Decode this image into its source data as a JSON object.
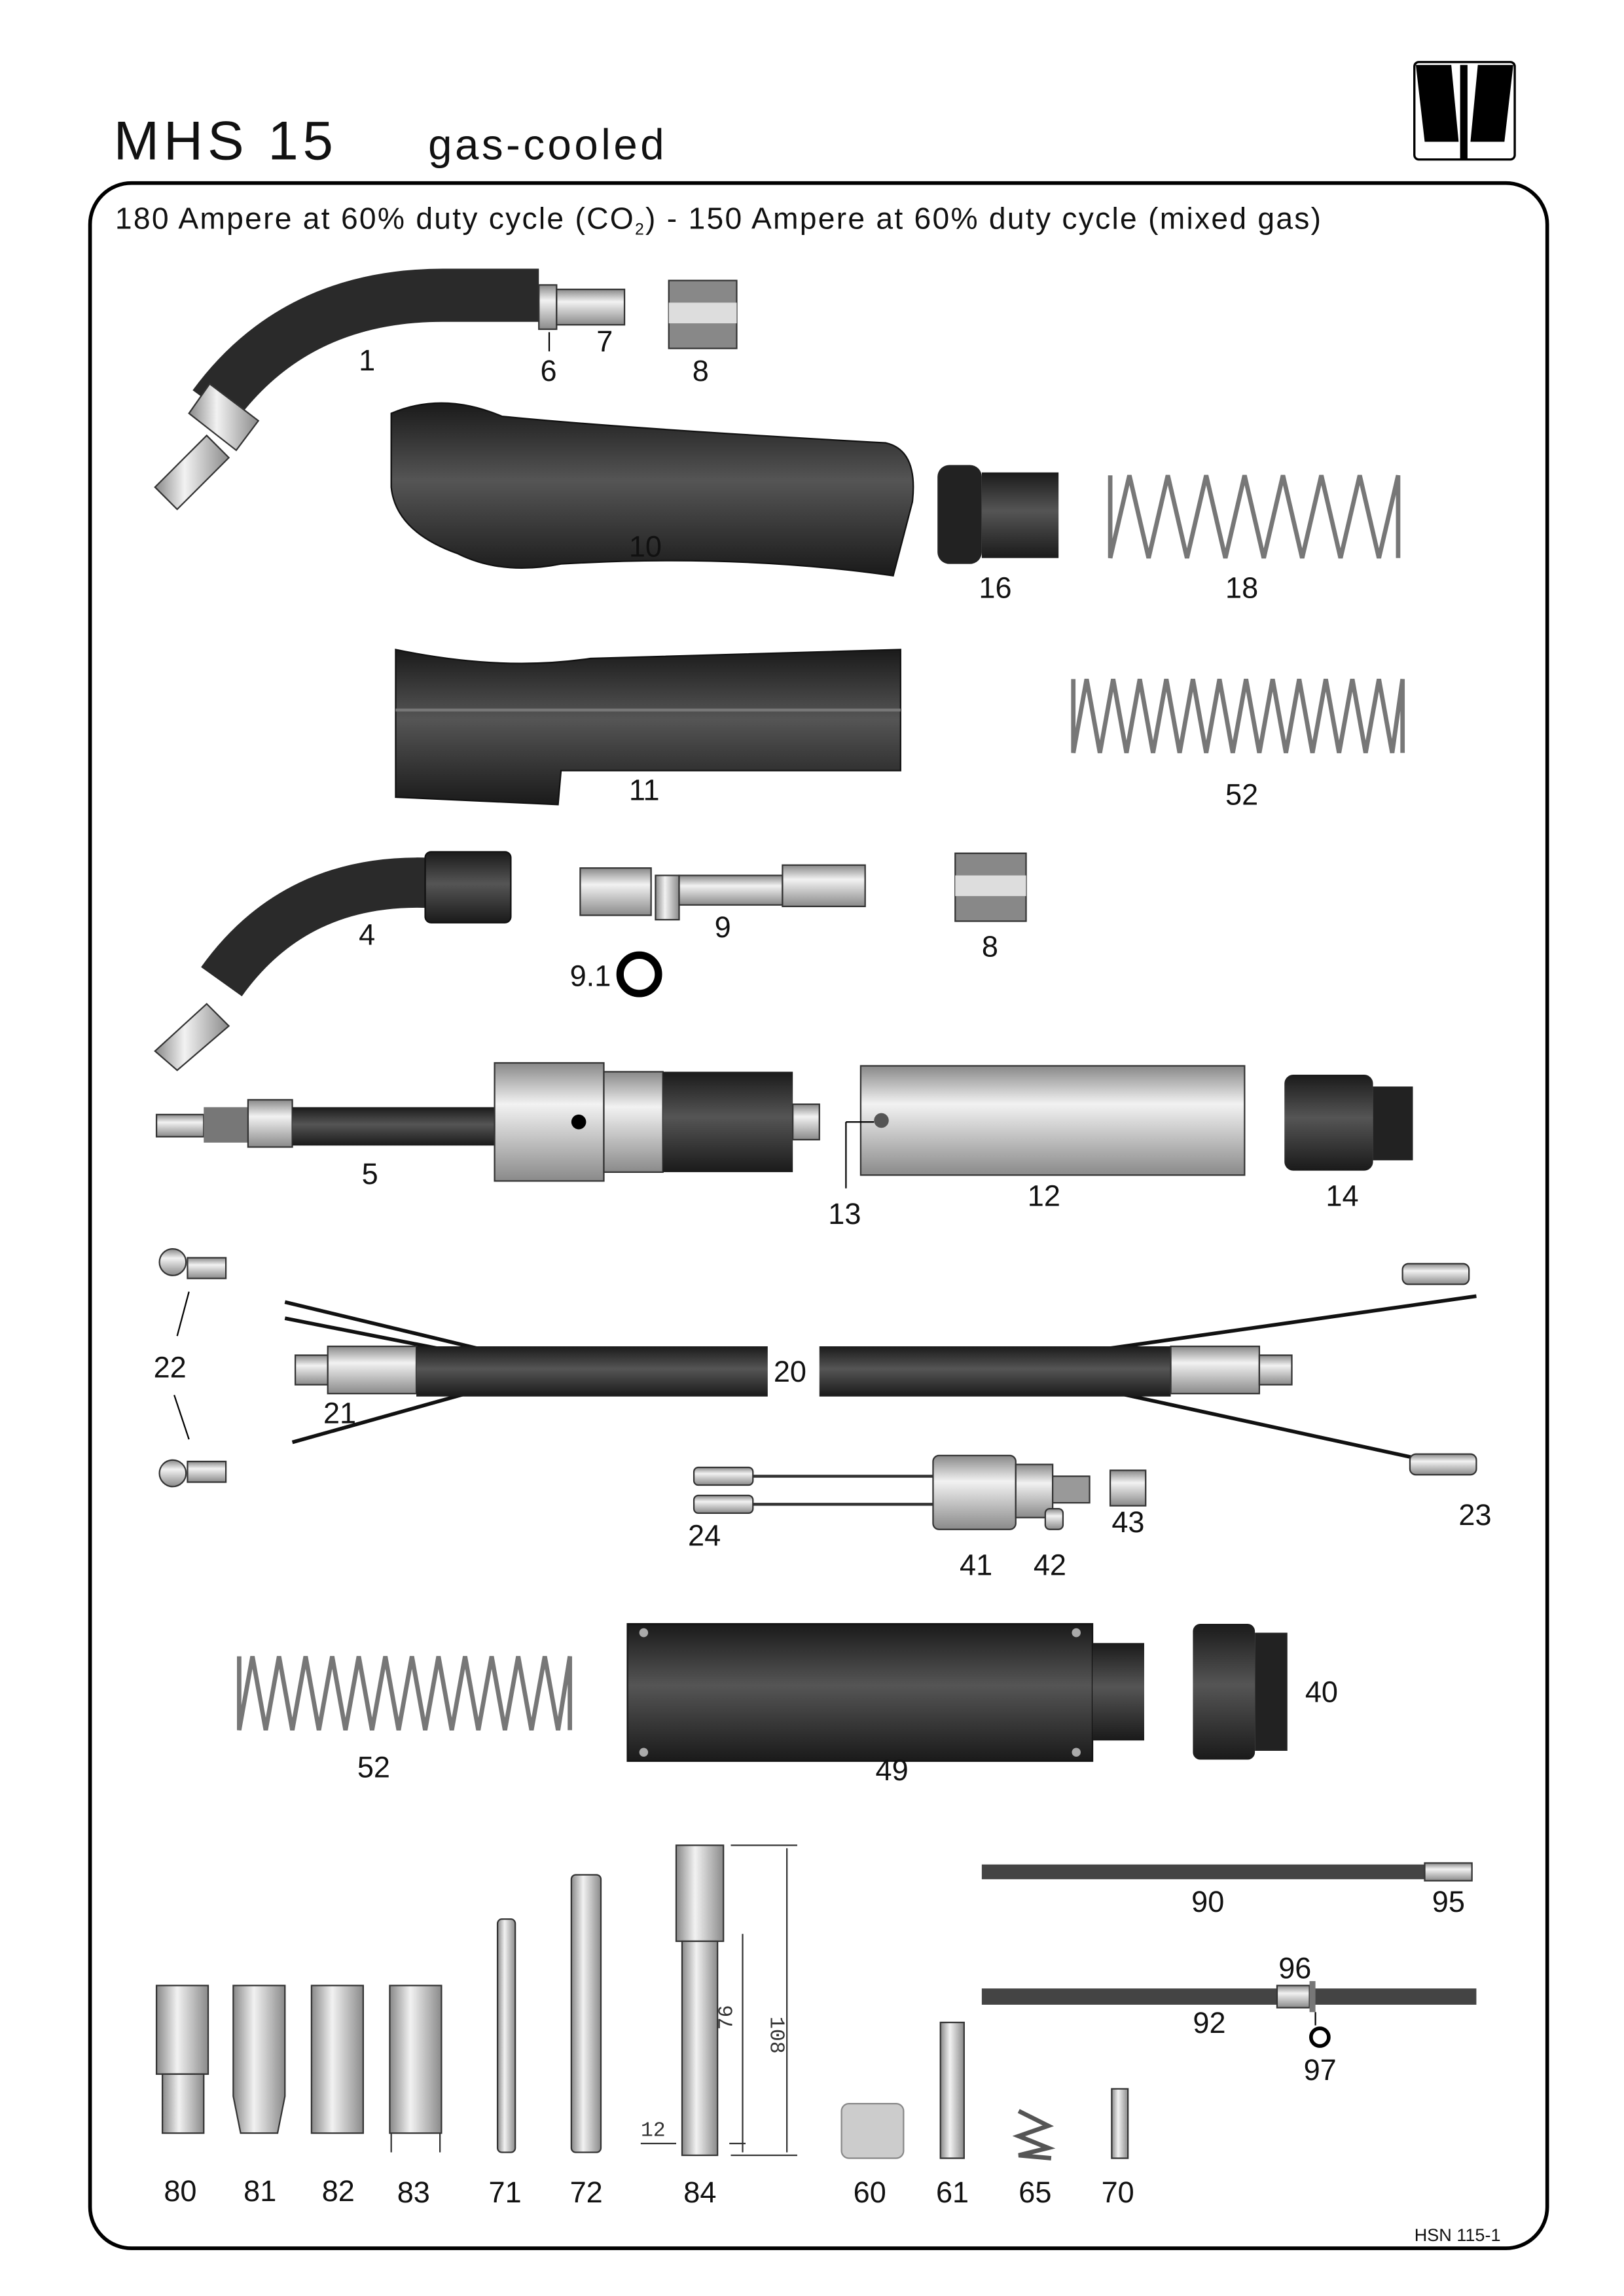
{
  "header": {
    "model": "MHS 15",
    "cooling": "gas-cooled",
    "spec_part1": "180 Ampere at 60% duty cycle (CO",
    "spec_sub": "2",
    "spec_part2": ") - 150 Ampere at 60% duty cycle (mixed gas)"
  },
  "parts": {
    "p1": "1",
    "p6": "6",
    "p7": "7",
    "p8a": "8",
    "p10": "10",
    "p16": "16",
    "p18": "18",
    "p11": "11",
    "p52a": "52",
    "p4": "4",
    "p9": "9",
    "p9_1": "9.1",
    "p8b": "8",
    "p5": "5",
    "p13": "13",
    "p12": "12",
    "p14": "14",
    "p22": "22",
    "p20": "20",
    "p21": "21",
    "p23": "23",
    "p24": "24",
    "p41": "41",
    "p42": "42",
    "p43": "43",
    "p40": "40",
    "p52b": "52",
    "p49": "49",
    "p90": "90",
    "p95": "95",
    "p96": "96",
    "p92": "92",
    "p97": "97",
    "p80": "80",
    "p81": "81",
    "p82": "82",
    "p83": "83",
    "p71": "71",
    "p72": "72",
    "p84": "84",
    "p60": "60",
    "p61": "61",
    "p65": "65",
    "p70": "70"
  },
  "dimensions": {
    "d108": "108",
    "d76": "76",
    "d12": "12"
  },
  "footer": {
    "doc_code": "HSN 115-1"
  },
  "colors": {
    "dark": "#2b2b2b",
    "metal": "#c8c8c8",
    "frame": "#000000"
  }
}
